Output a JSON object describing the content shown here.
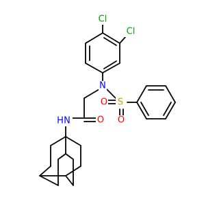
{
  "atoms": {
    "cl_top": "Cl",
    "cl_right": "Cl",
    "n_sulfonamide": "N",
    "s_sulfonyl": "S",
    "o_sulfonyl_top": "O",
    "o_sulfonyl_bottom": "O",
    "o_carbonyl": "O",
    "nh_amide": "N",
    "h_amide": "H"
  },
  "colors": {
    "bond": "#000000",
    "chlorine": "#00a000",
    "nitrogen": "#0000ff",
    "oxygen": "#ff0000",
    "sulfur": "#c8a000",
    "background": "#ffffff"
  }
}
